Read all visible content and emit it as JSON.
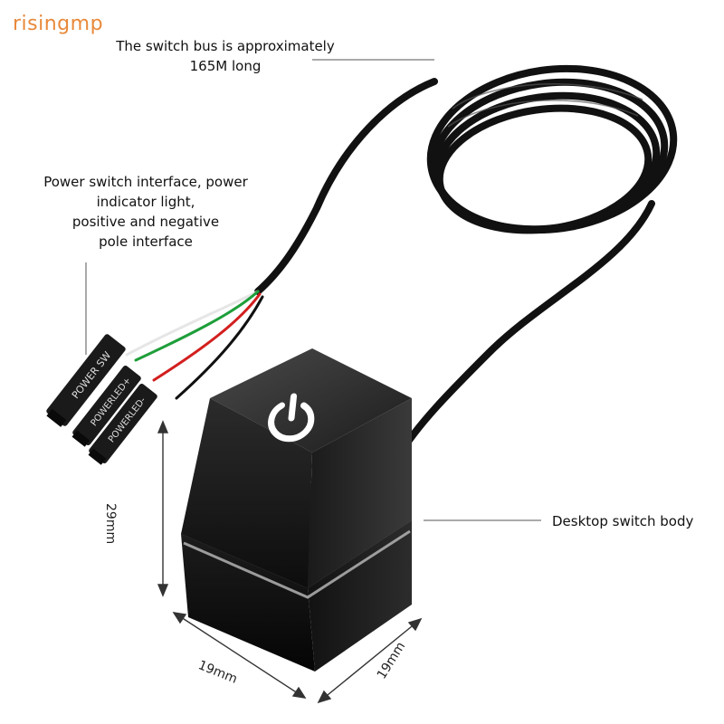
{
  "brand": "risingmp",
  "labels": {
    "bus_line1": "The switch bus is approximately",
    "bus_line2": "165M long",
    "iface_line1": "Power switch interface, power",
    "iface_line2": "indicator light,",
    "iface_line3": "positive and negative",
    "iface_line4": "pole interface",
    "switch_body": "Desktop switch body"
  },
  "connectors": {
    "sw": "POWER SW",
    "led_pos": "POWERLED+",
    "led_neg": "POWERLED-"
  },
  "dimensions": {
    "height": "29mm",
    "width_left": "19mm",
    "width_right": "19mm"
  },
  "colors": {
    "brand": "#e8893a",
    "cable": "#111111",
    "wire_green": "#1e9e3a",
    "wire_red": "#d21f1f",
    "wire_white": "#e6e6e6",
    "wire_black": "#111111"
  },
  "icons": [
    "power-icon"
  ]
}
